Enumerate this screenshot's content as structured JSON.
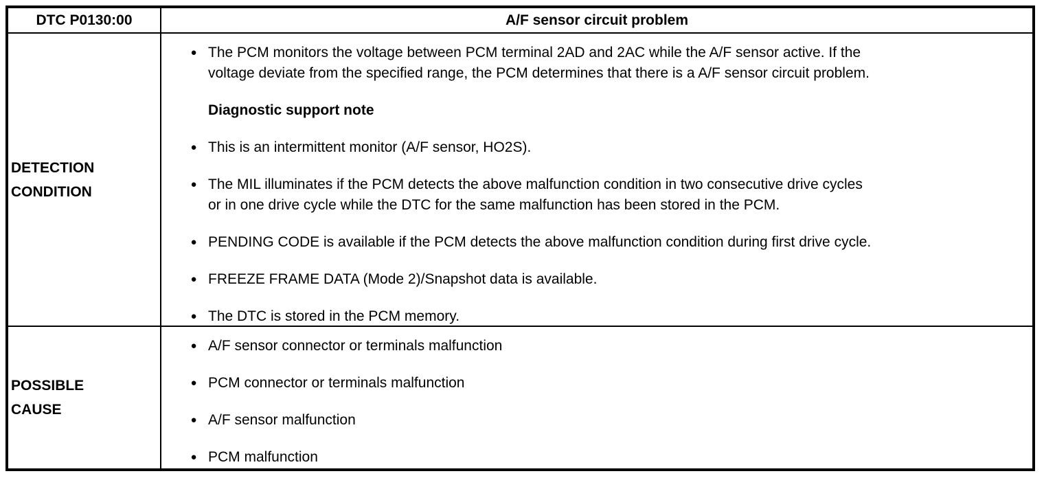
{
  "doc": {
    "bullet_glyph": "●",
    "colors": {
      "text": "#000000",
      "background": "#ffffff",
      "border": "#000000"
    },
    "header": {
      "code": "DTC P0130:00",
      "title": "A/F sensor circuit problem"
    },
    "detection": {
      "label": "DETECTION\nCONDITION",
      "items": [
        {
          "text": "The PCM monitors the voltage between PCM terminal 2AD and 2AC while the A/F sensor active. If the\nvoltage deviate from the specified range, the PCM determines that there is a A/F sensor circuit problem."
        },
        {
          "heading": "Diagnostic support note"
        },
        {
          "text": "This is an intermittent monitor (A/F sensor, HO2S)."
        },
        {
          "text": "The MIL illuminates if the PCM detects the above malfunction condition in two consecutive drive cycles\nor in one drive cycle while the DTC for the same malfunction has been stored in the PCM."
        },
        {
          "text": "PENDING CODE is available if the PCM detects the above malfunction condition during first drive cycle."
        },
        {
          "text": "FREEZE FRAME DATA (Mode 2)/Snapshot data is available."
        },
        {
          "text": "The DTC is stored in the PCM memory."
        }
      ]
    },
    "cause": {
      "label": "POSSIBLE\nCAUSE",
      "items": [
        {
          "text": "A/F sensor connector or terminals malfunction"
        },
        {
          "text": "PCM connector or terminals malfunction"
        },
        {
          "text": "A/F sensor malfunction"
        },
        {
          "text": "PCM malfunction"
        }
      ]
    }
  }
}
